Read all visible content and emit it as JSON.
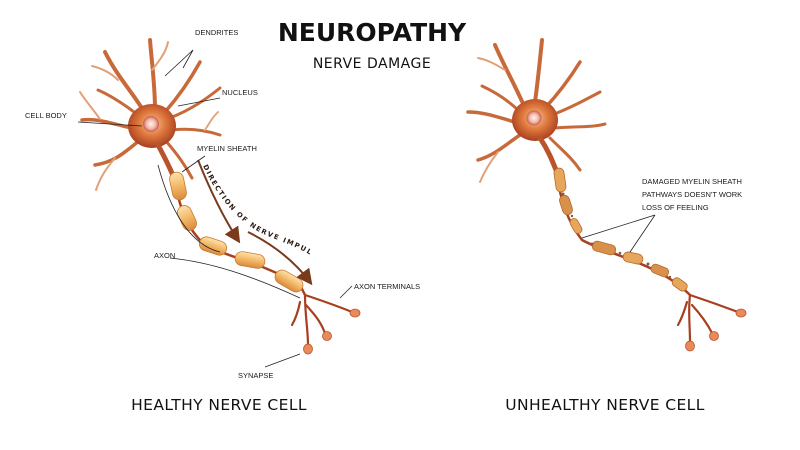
{
  "title": "NEUROPATHY",
  "subtitle": "NERVE DAMAGE",
  "healthy": {
    "caption": "HEALTHY NERVE CELL",
    "labels": {
      "dendrites": "DENDRITES",
      "nucleus": "NUCLEUS",
      "cell_body": "CELL BODY",
      "myelin_sheath": "MYELIN SHEATH",
      "axon": "AXON",
      "axon_terminals": "AXON TERMINALS",
      "synapse": "SYNAPSE"
    },
    "direction": "DIRECTION OF NERVE IMPULSE"
  },
  "unhealthy": {
    "caption": "UNHEALTHY NERVE CELL",
    "annotation": [
      "DAMAGED MYELIN SHEATH",
      "PATHWAYS DOESN'T WORK",
      "LOSS OF FEELING"
    ]
  },
  "colors": {
    "neuron_dark": "#a8401f",
    "neuron_light": "#e9a878",
    "myelin": "#f3c27a",
    "myelin_edge": "#d98a3e",
    "arrow": "#7a3a1c"
  }
}
